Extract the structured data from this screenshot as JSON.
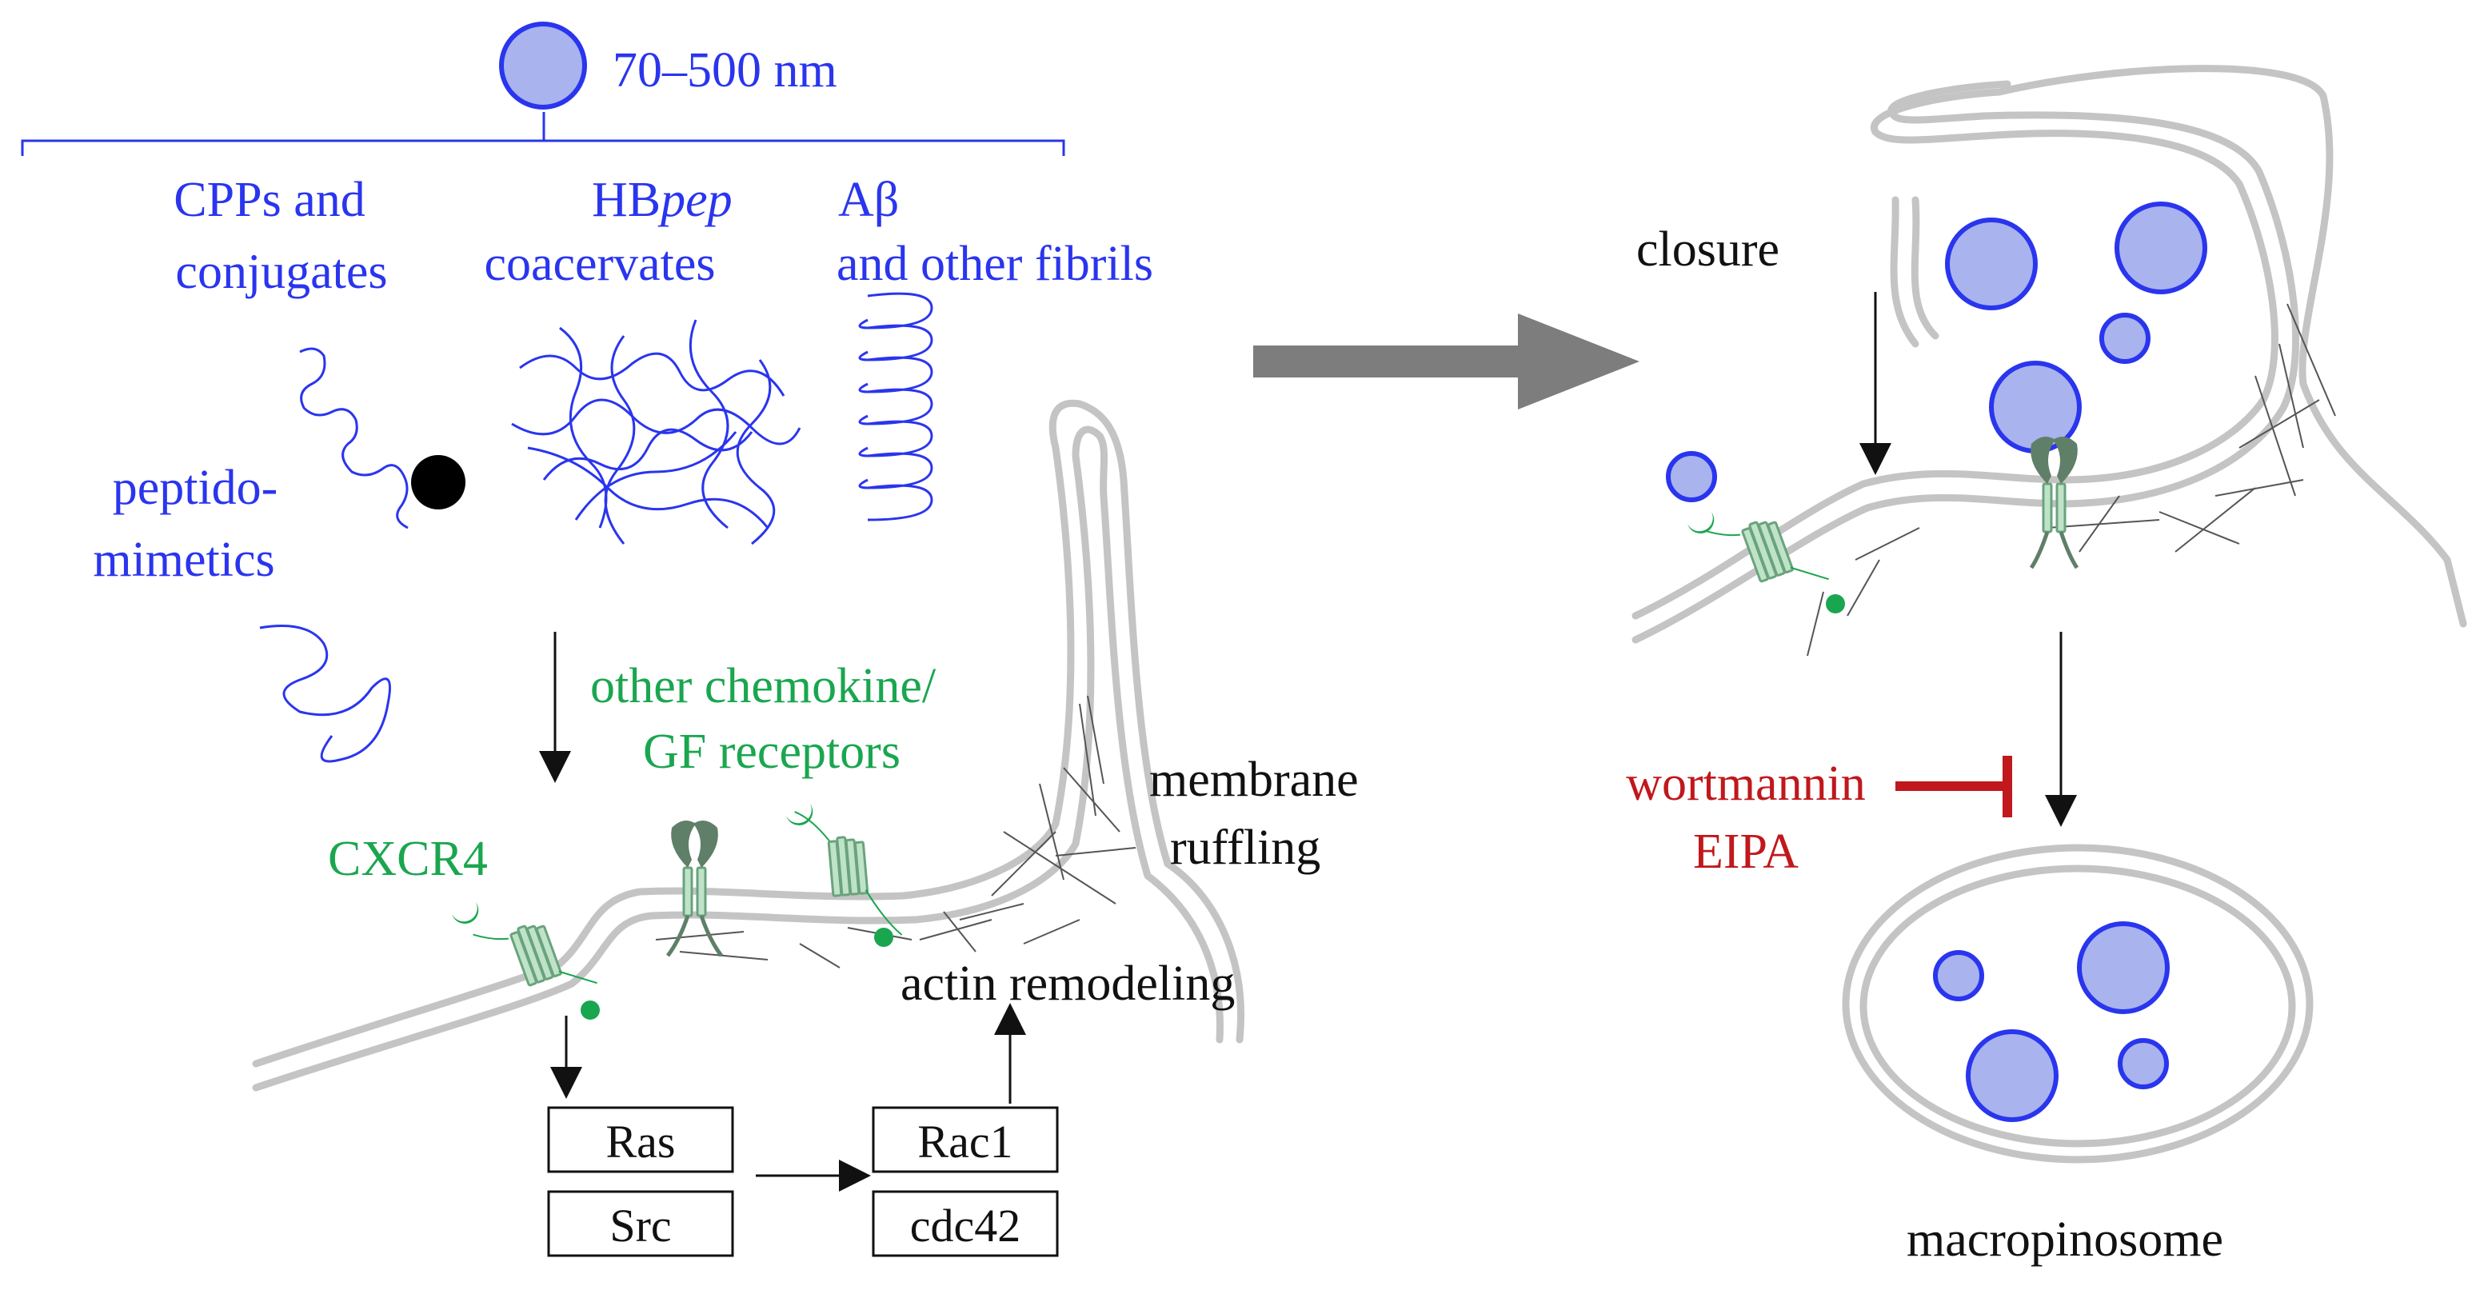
{
  "colors": {
    "blue": "#2a35ee",
    "blue_fill": "#a9b3ee",
    "green": "#1aa64f",
    "red": "#c0181c",
    "membrane": "#c4c4c4",
    "arrow_gray": "#7d7d7d",
    "black": "#111111",
    "receptor_fill": "#bfe3c9",
    "receptor_dark": "#5f7f68"
  },
  "labels": {
    "size_range": "70–500 nm",
    "cpps_line1": "CPPs and",
    "cpps_line2": "conjugates",
    "hbpep_prefix": "HB",
    "hbpep_italic": "pep",
    "hbpep_line2": "coacervates",
    "abeta_line1": "Aβ",
    "abeta_line2": "and other fibrils",
    "peptido_line1": "peptido-",
    "peptido_line2": "mimetics",
    "other_receptors_line1": "other chemokine/",
    "other_receptors_line2": "GF receptors",
    "cxcr4": "CXCR4",
    "membrane_line1": "membrane",
    "membrane_line2": "ruffling",
    "actin": "actin remodeling",
    "closure": "closure",
    "inhibitor_line1": "wortmannin",
    "inhibitor_line2": "EIPA",
    "macropinosome": "macropinosome"
  },
  "boxes": {
    "ras": "Ras",
    "src": "Src",
    "rac1": "Rac1",
    "cdc42": "cdc42"
  },
  "icons": {
    "main_arrow": "right-arrow-icon",
    "inhibition": "t-bar-inhibition-icon",
    "particle": "nanoparticle-circle-icon"
  }
}
